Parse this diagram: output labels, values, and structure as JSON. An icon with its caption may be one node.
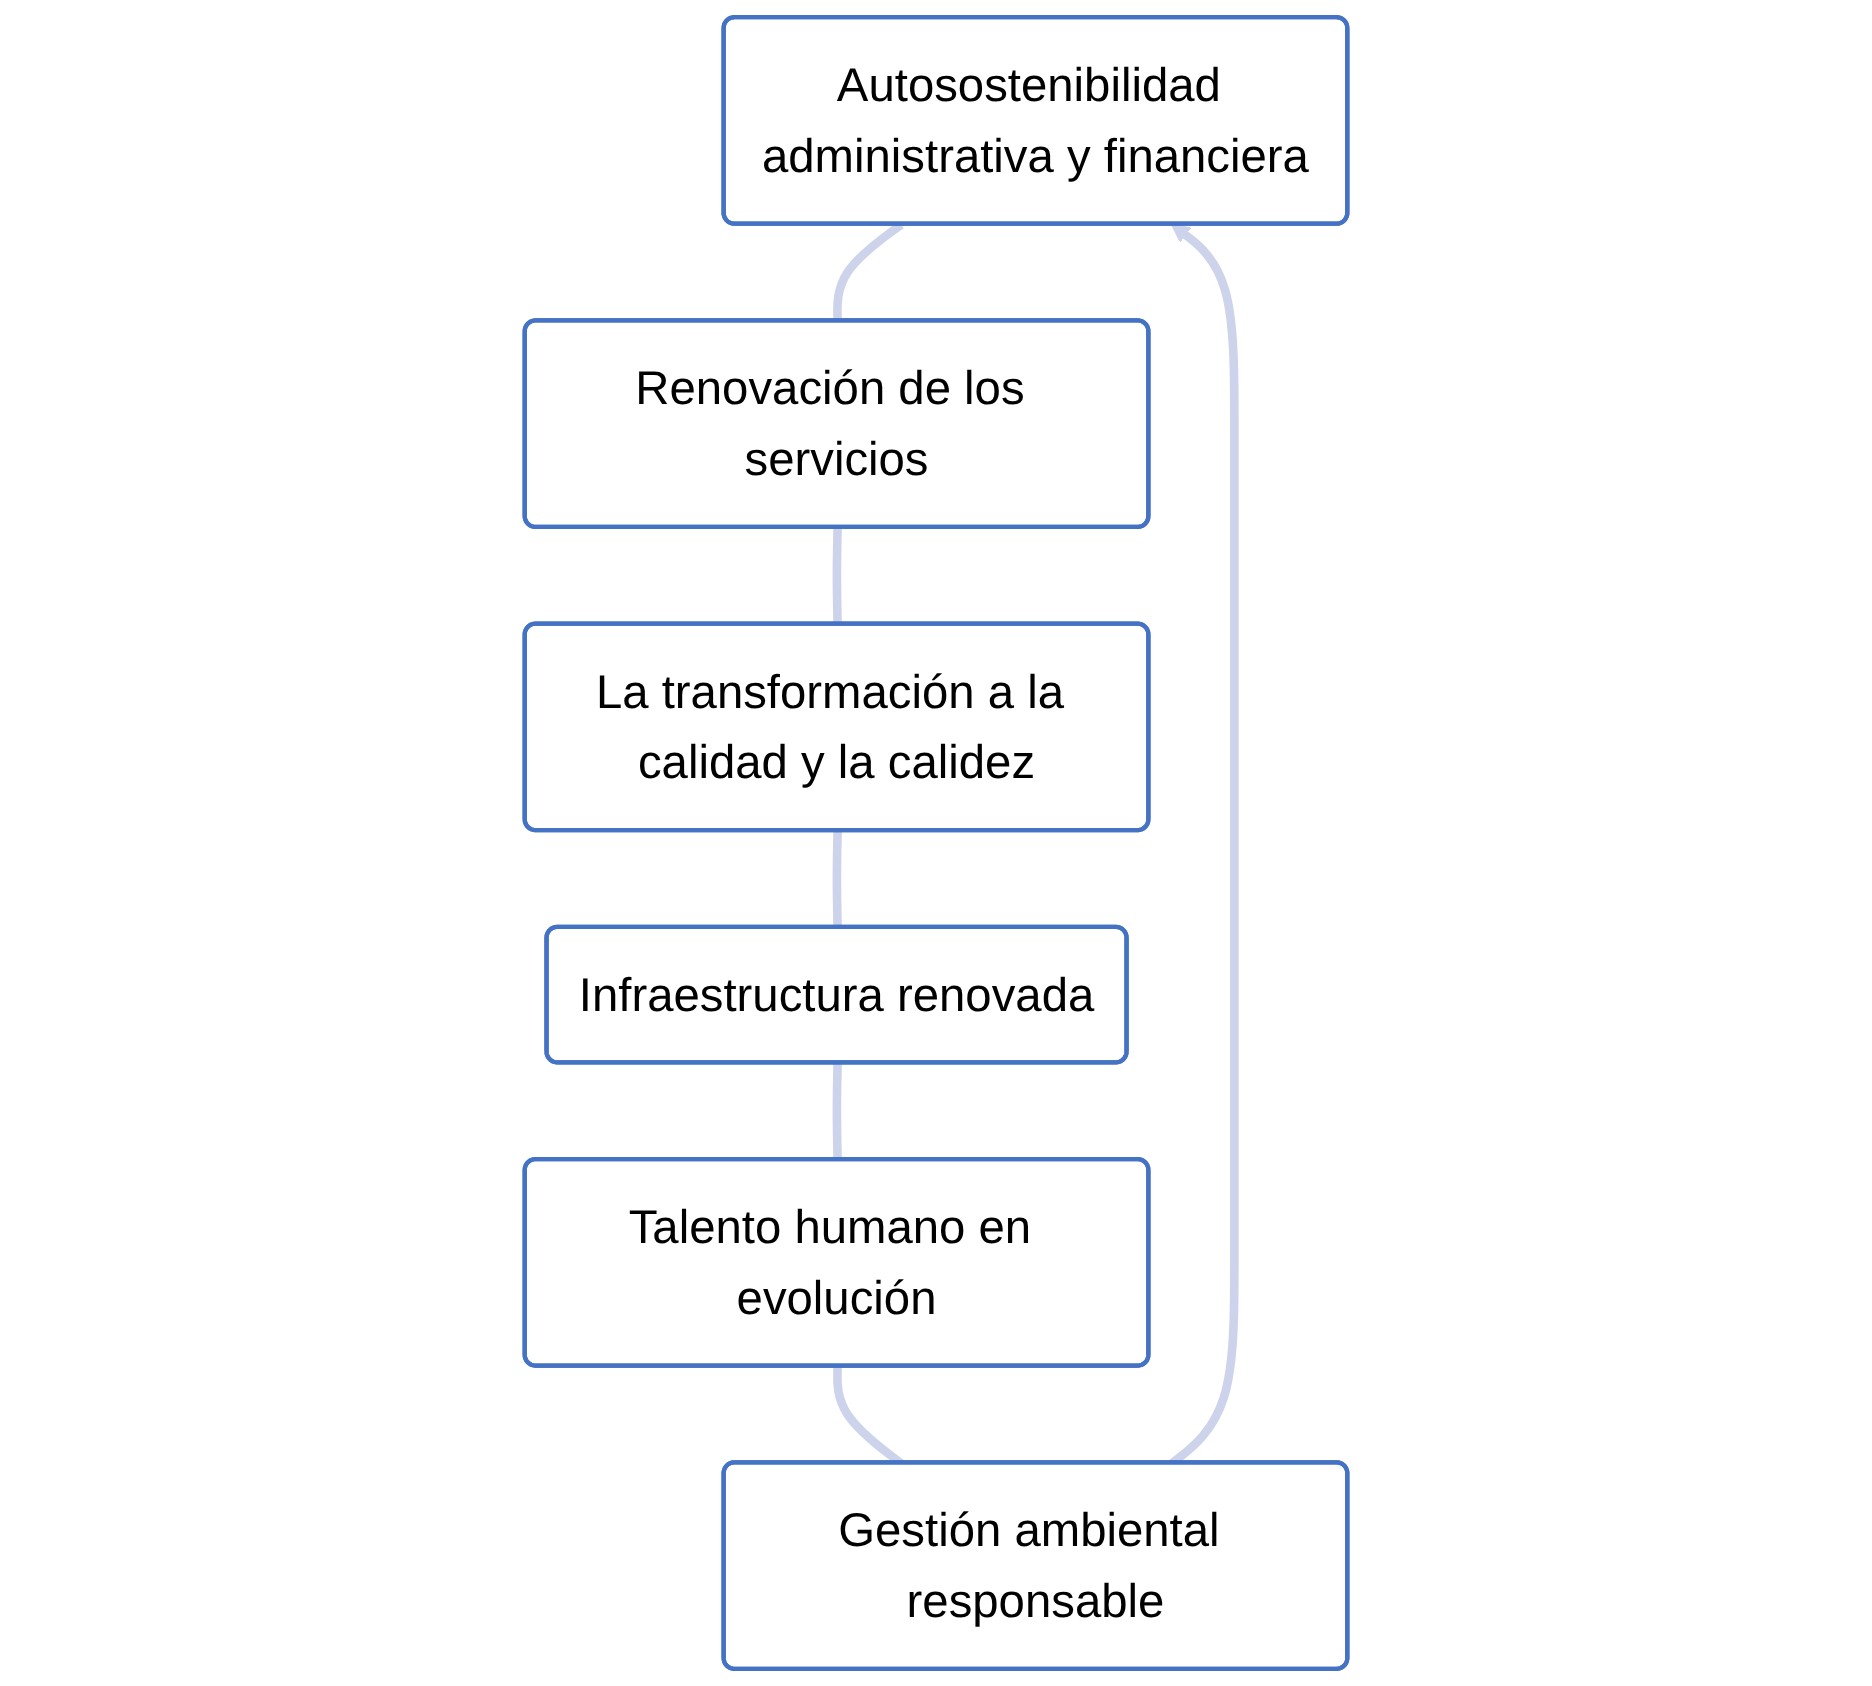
{
  "diagram": {
    "nodes": [
      {
        "text": [
          "Autosostenibilidad administrativa y financiera"
        ]
      },
      {
        "text": [
          "Renovación de los servicios"
        ]
      },
      {
        "text": [
          "La transformación a la calidad y la calidez"
        ]
      },
      {
        "text": [
          "Infraestructura renovada"
        ]
      },
      {
        "text": [
          "Talento humano en evolución"
        ]
      },
      {
        "text": [
          "Gestión ambiental responsable"
        ]
      }
    ],
    "edges": [
      {
        "from": 0,
        "to": 1,
        "arrow": "none"
      },
      {
        "from": 1,
        "to": 2,
        "arrow": "none"
      },
      {
        "from": 2,
        "to": 3,
        "arrow": "none"
      },
      {
        "from": 3,
        "to": 4,
        "arrow": "none"
      },
      {
        "from": 4,
        "to": 5,
        "arrow": "none"
      },
      {
        "from": 5,
        "to": 0,
        "arrow": "to"
      }
    ]
  }
}
